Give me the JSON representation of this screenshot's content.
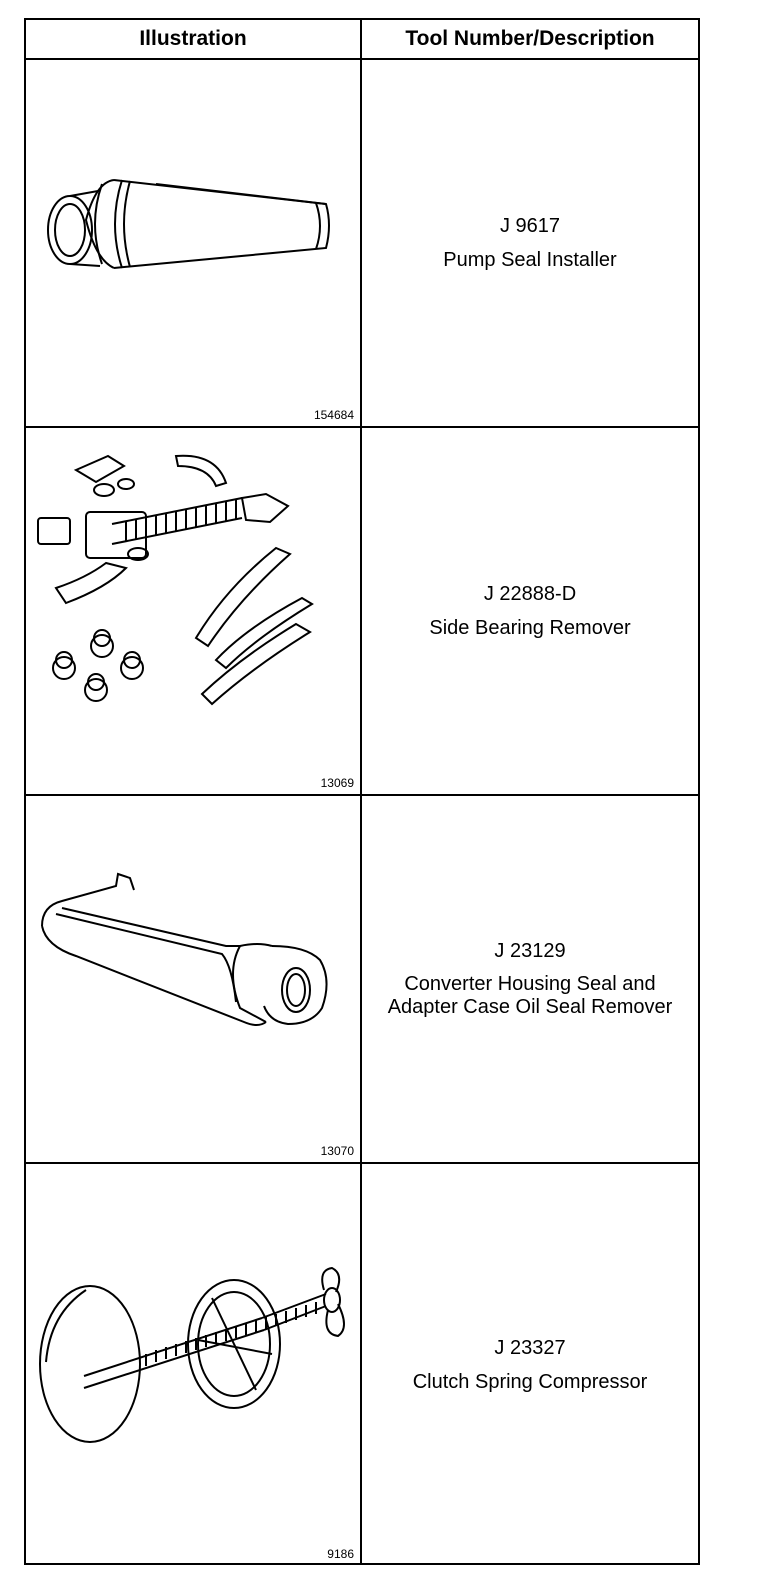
{
  "header": {
    "illustration": "Illustration",
    "tool": "Tool Number/Description"
  },
  "rows": [
    {
      "figure": "154684",
      "number": "J 9617",
      "description": "Pump Seal Installer",
      "icon": "pump-seal-installer-icon"
    },
    {
      "figure": "13069",
      "number": "J 22888-D",
      "description": "Side Bearing Remover",
      "icon": "side-bearing-remover-icon"
    },
    {
      "figure": "13070",
      "number": "J 23129",
      "description": "Converter Housing Seal and Adapter Case Oil Seal Remover",
      "icon": "seal-remover-icon"
    },
    {
      "figure": "9186",
      "number": "J 23327",
      "description": "Clutch Spring Compressor",
      "icon": "clutch-spring-compressor-icon"
    }
  ]
}
